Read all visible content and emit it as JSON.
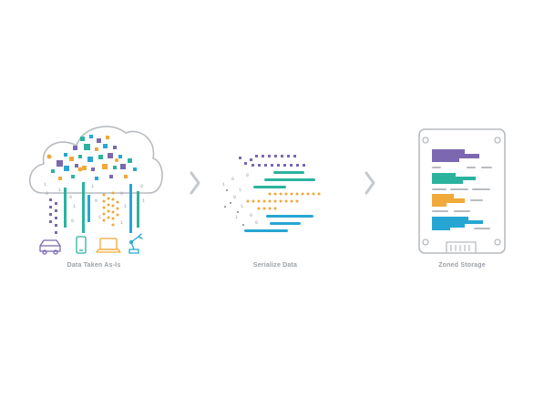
{
  "stages": [
    {
      "caption": "Data Taken As-Is"
    },
    {
      "caption": "Serialize Data"
    },
    {
      "caption": "Zoned Storage"
    }
  ],
  "binary_digits": [
    "0",
    "1"
  ],
  "colors": {
    "purple": "#7b68b0",
    "teal": "#2bb39e",
    "orange": "#f0a93a",
    "blue": "#27a6d4",
    "outline": "#b7bcc1",
    "caption": "#9aa0a6"
  },
  "icons": [
    "cloud-icon",
    "car-icon",
    "phone-icon",
    "laptop-icon",
    "robot-arm-icon",
    "chevron-right-icon",
    "ssd-drive-icon"
  ]
}
